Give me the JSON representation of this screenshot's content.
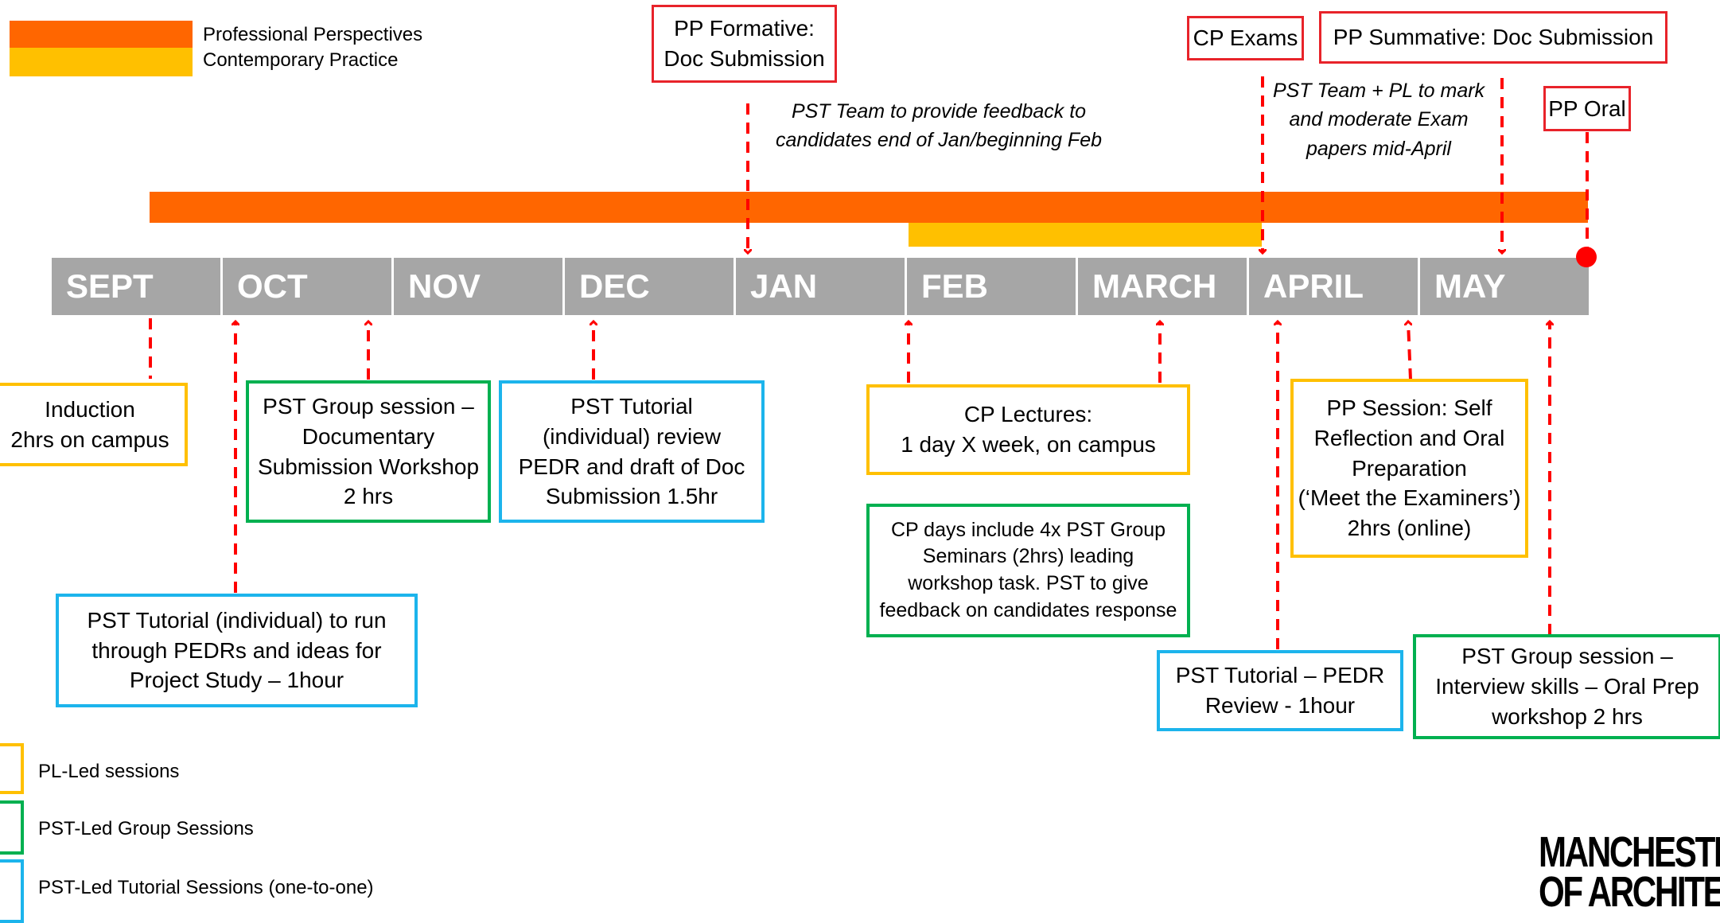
{
  "legend_top": {
    "items": [
      {
        "label": "Professional Perspectives",
        "color": "#ff6600"
      },
      {
        "label": "Contemporary Practice",
        "color": "#ffc000"
      }
    ]
  },
  "months": [
    "SEPT",
    "OCT",
    "NOV",
    "DEC",
    "JAN",
    "FEB",
    "MARCH",
    "APRIL",
    "MAY"
  ],
  "top_events": {
    "pp_formative": "PP Formative:\nDoc Submission",
    "cp_exams": "CP Exams",
    "pp_summative": "PP Summative: Doc Submission",
    "pp_oral": "PP Oral"
  },
  "notes": {
    "feedback": "PST Team to provide feedback to\ncandidates end of Jan/beginning Feb",
    "marking": "PST Team + PL to mark\nand moderate Exam\npapers mid-April"
  },
  "sessions": {
    "induction": "Induction\n2hrs on campus",
    "pst_group_doc": "PST Group session –\nDocumentary\nSubmission Workshop\n2 hrs",
    "pst_tutorial_dec": "PST Tutorial\n(individual) review\nPEDR and draft of Doc\nSubmission 1.5hr",
    "pst_tutorial_oct": "PST Tutorial (individual) to run\nthrough PEDRs and ideas for\nProject Study – 1hour",
    "cp_lectures": "CP Lectures:\n1 day X week, on campus",
    "cp_days": "CP days include 4x PST Group\nSeminars (2hrs) leading\nworkshop task. PST to give\nfeedback on candidates response",
    "pp_session": "PP Session: Self\nReflection and Oral\nPreparation\n(‘Meet the Examiners’)\n2hrs (online)",
    "pst_tutorial_april": "PST Tutorial – PEDR\nReview - 1hour",
    "pst_group_interview": "PST Group session –\nInterview skills – Oral Prep\nworkshop 2 hrs"
  },
  "legend_bottom": {
    "items": [
      {
        "label": "PL-Led sessions",
        "color": "#ffc000"
      },
      {
        "label": "PST-Led Group Sessions",
        "color": "#00b050"
      },
      {
        "label": "PST-Led Tutorial Sessions (one-to-one)",
        "color": "#1cb4ec"
      }
    ]
  },
  "logo": {
    "line1": "MANCHESTE",
    "line2": "OF ARCHITEC"
  }
}
